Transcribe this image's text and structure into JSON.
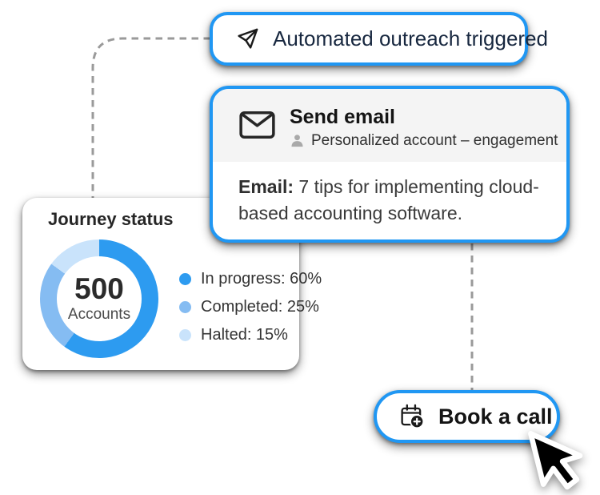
{
  "colors": {
    "accent_border": "#2097F3",
    "dashed_line": "#9A9A9A",
    "email_header_bg": "#F4F4F4",
    "in_progress_blue": "#2D9BF0",
    "completed_blue": "#85BCF2",
    "halted_blue": "#C9E3FB"
  },
  "trigger_pill": {
    "label": "Automated outreach triggered"
  },
  "email_card": {
    "title": "Send email",
    "audience": "Personalized account – engagement",
    "body_label": "Email:",
    "body_text": " 7 tips for implementing cloud-based accounting software."
  },
  "journey_card": {
    "title": "Journey status",
    "center_value": "500",
    "center_label": "Accounts",
    "legend": [
      {
        "label": "In progress: 60%",
        "color": "#2D9BF0"
      },
      {
        "label": "Completed: 25%",
        "color": "#85BCF2"
      },
      {
        "label": "Halted: 15%",
        "color": "#C9E3FB"
      }
    ]
  },
  "book_call_pill": {
    "label": "Book a call"
  },
  "chart_data": {
    "type": "pie",
    "subtype": "donut",
    "title": "Journey status",
    "center_value": 500,
    "center_label": "Accounts",
    "slices": [
      {
        "name": "In progress",
        "percent": 60,
        "color": "#2D9BF0"
      },
      {
        "name": "Completed",
        "percent": 25,
        "color": "#85BCF2"
      },
      {
        "name": "Halted",
        "percent": 15,
        "color": "#C9E3FB"
      }
    ],
    "legend_position": "right",
    "start_angle_deg": 0,
    "direction": "clockwise"
  }
}
